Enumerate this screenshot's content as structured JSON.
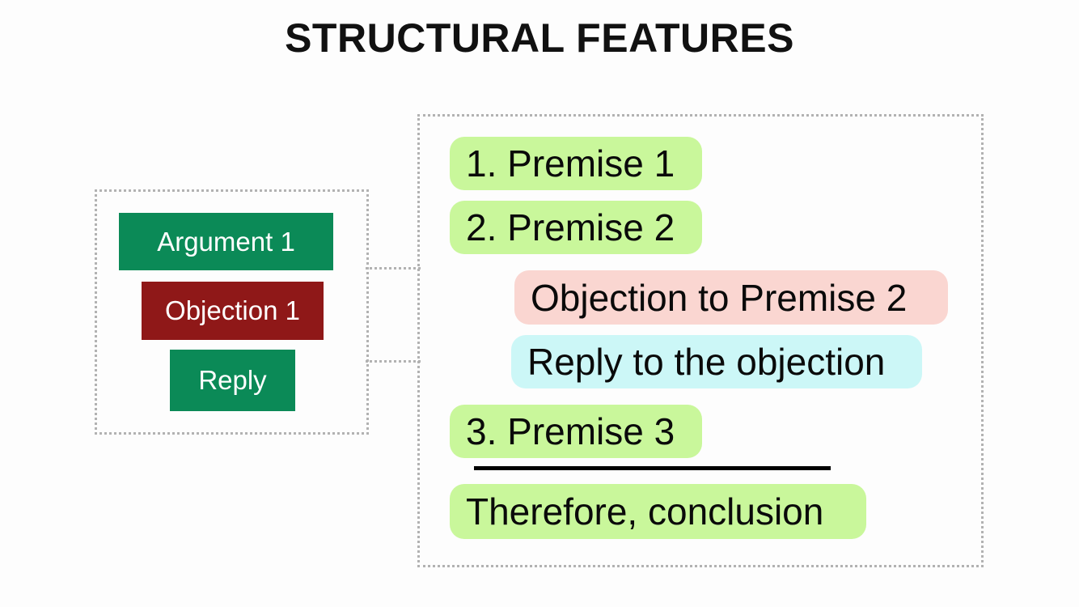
{
  "slide": {
    "title": "STRUCTURAL FEATURES",
    "background": "#fdfdfd"
  },
  "colors": {
    "frame_dotted": "#b2b2b2",
    "solid_green": "#0b8a57",
    "solid_red": "#8f1818",
    "pill_green": "#c9f79b",
    "pill_pink": "#fad6d1",
    "pill_cyan": "#ccf7f7",
    "rule_black": "#000000",
    "text_dark": "#0a0a0a",
    "text_light": "#ffffff"
  },
  "left_panel": {
    "name": "argument-overview",
    "blocks": [
      {
        "label": "Argument 1",
        "kind": "argument",
        "color": "#0b8a57"
      },
      {
        "label": "Objection 1",
        "kind": "objection",
        "color": "#8f1818"
      },
      {
        "label": "Reply",
        "kind": "reply",
        "color": "#0b8a57"
      }
    ]
  },
  "right_panel": {
    "name": "argument-detail",
    "items": [
      {
        "label": "1. Premise 1",
        "kind": "premise",
        "color": "#c9f79b"
      },
      {
        "label": "2. Premise 2",
        "kind": "premise",
        "color": "#c9f79b"
      },
      {
        "label": "Objection to Premise 2",
        "kind": "objection",
        "color": "#fad6d1"
      },
      {
        "label": "Reply to the objection",
        "kind": "reply",
        "color": "#ccf7f7"
      },
      {
        "label": "3. Premise 3",
        "kind": "premise",
        "color": "#c9f79b"
      },
      {
        "label": "Therefore, conclusion",
        "kind": "conclusion",
        "color": "#c9f79b"
      }
    ]
  },
  "connectors": [
    {
      "name": "argument-to-premises",
      "from": "Argument 1",
      "to": "premise-group"
    },
    {
      "name": "reply-to-reply-detail",
      "from": "Reply",
      "to": "reply-detail"
    }
  ]
}
